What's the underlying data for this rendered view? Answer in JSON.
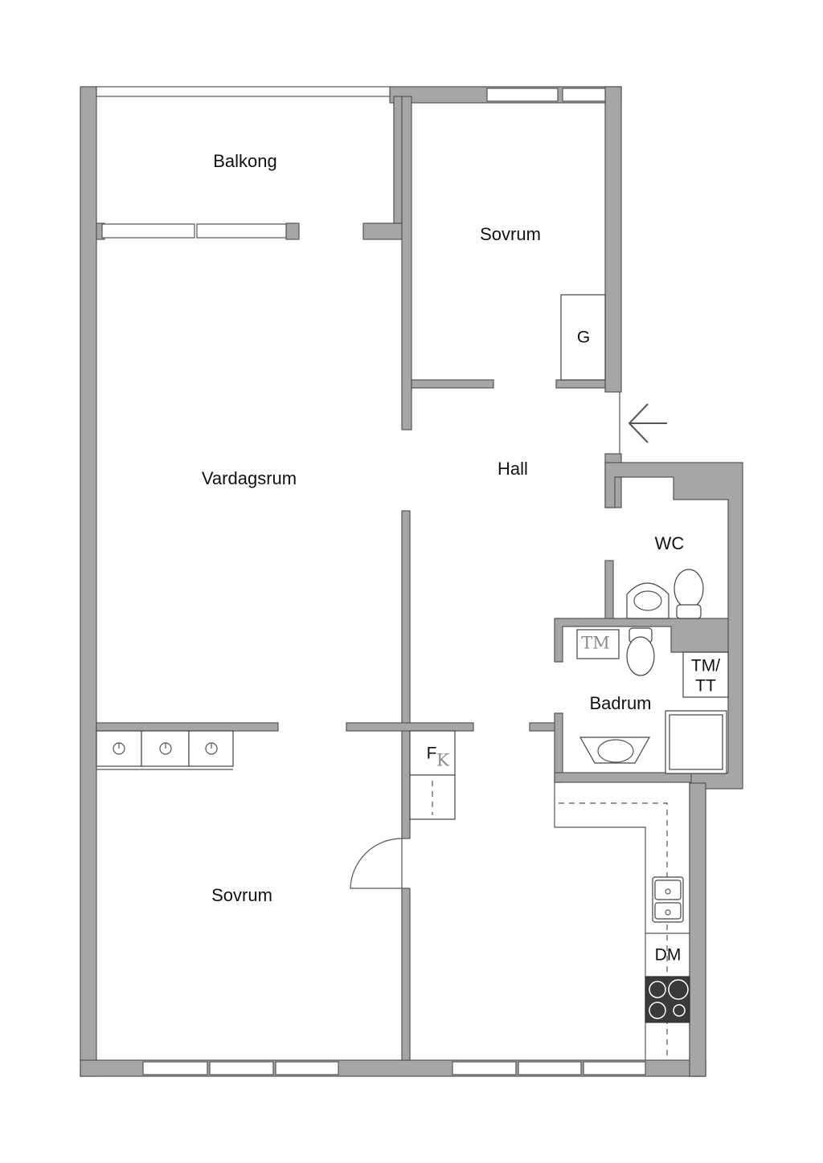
{
  "rooms": {
    "balkong": "Balkong",
    "sovrum_top": "Sovrum",
    "vardagsrum": "Vardagsrum",
    "hall": "Hall",
    "wc": "WC",
    "badrum": "Badrum",
    "sovrum_bottom": "Sovrum"
  },
  "fixtures": {
    "wardrobe": "G",
    "tm_serif": "TM",
    "tm_tt_line1": "TM/",
    "tm_tt_line2": "TT",
    "fk_f": "F",
    "fk_k": "K",
    "dishwasher": "DM"
  }
}
